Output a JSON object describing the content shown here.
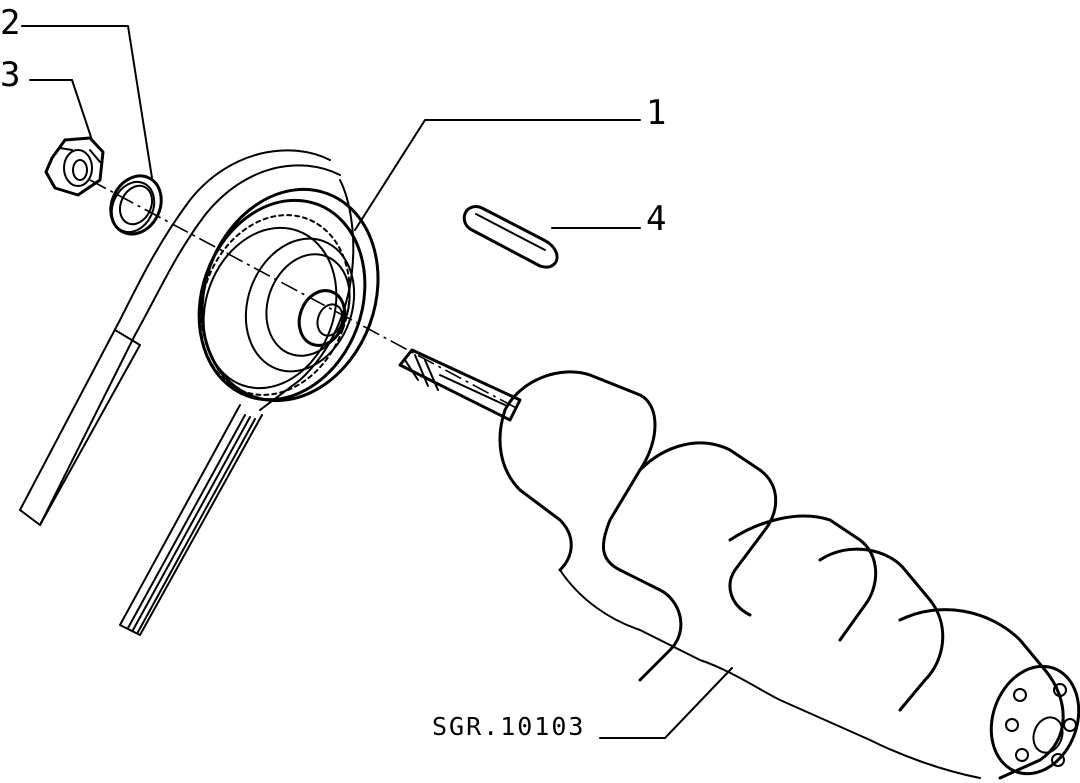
{
  "callouts": {
    "item_1": "1",
    "item_2": "2",
    "item_3": "3",
    "item_4": "4"
  },
  "reference_code": "SGR.10103",
  "colors": {
    "line": "#000000",
    "background": "#ffffff"
  }
}
